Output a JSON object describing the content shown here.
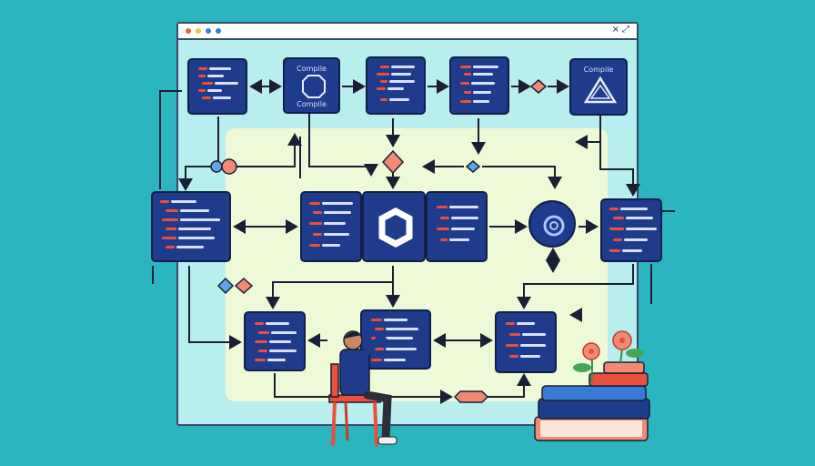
{
  "window": {
    "controls": "× ⤢"
  },
  "nodes": {
    "top_second_label": "Compile",
    "top_second_sublabel": "Compile",
    "top_last_label": "Compile"
  },
  "colors": {
    "background": "#2bb5bf",
    "window_bg": "#b9eeee",
    "panel_bg": "#eefad7",
    "card_bg": "#1f3b8c",
    "code_red": "#e8503e",
    "code_white": "#d7e2ff",
    "connector": "#1a1f33",
    "accent_salmon": "#f08a74",
    "accent_blue": "#5aa6e6"
  },
  "icons": [
    "gear-icon",
    "triangle-icon",
    "flower-icon",
    "book-icon",
    "person-icon",
    "chair-icon"
  ]
}
